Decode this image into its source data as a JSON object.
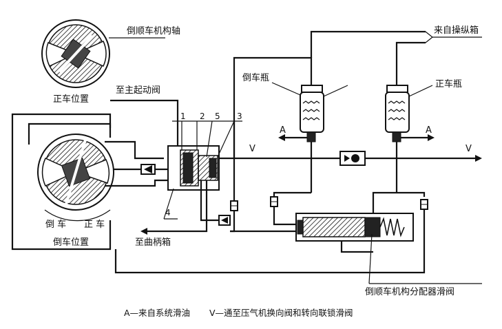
{
  "labels": {
    "shaft": "倒顺车机构轴",
    "ahead_position": "正车位置",
    "to_main_start_valve": "至主起动阀",
    "reverse_bottle": "倒车瓶",
    "ahead_bottle": "正车瓶",
    "from_control_box": "来自操纵箱",
    "reverse_position": "倒车位置",
    "to_crankcase": "至曲柄箱",
    "distributor_slide_valve": "倒顺车机构分配器滑阀",
    "arc_reverse": "倒 车",
    "arc_ahead": "正 车",
    "port_a_left": "A",
    "port_a_right": "A",
    "port_v_left": "V",
    "port_v_right": "V"
  },
  "part_numbers": [
    "1",
    "2",
    "5",
    "3",
    "4"
  ],
  "legend": {
    "a": "A—来自系统滑油",
    "v": "V—通至压气机换向阀和转向联锁滑阀"
  }
}
